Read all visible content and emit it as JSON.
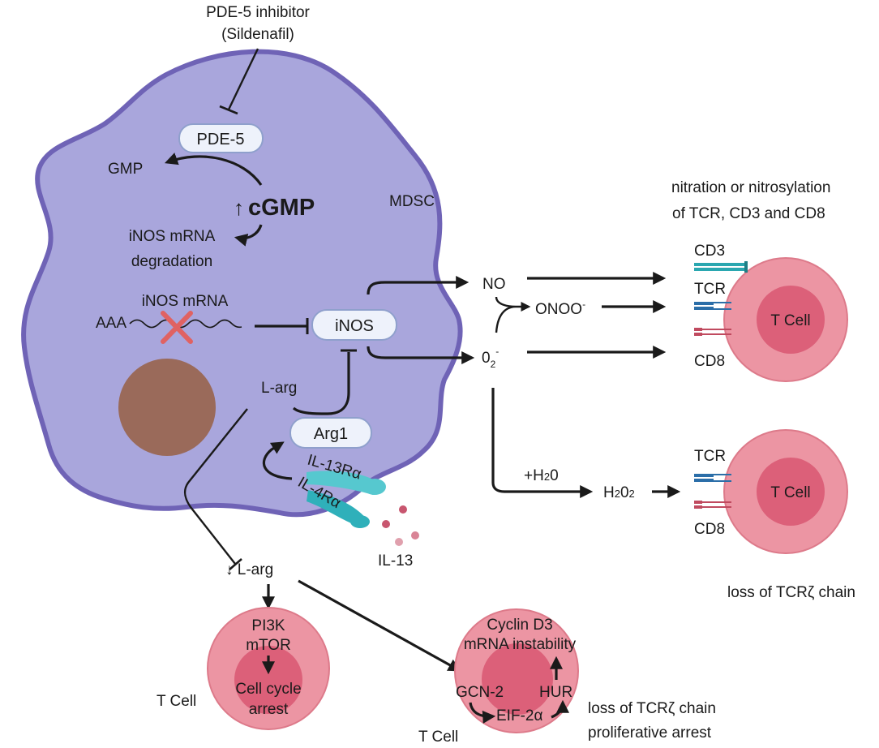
{
  "labels": {
    "inhibitor_line1": "PDE-5 inhibitor",
    "inhibitor_line2": "(Sildenafil)",
    "pde5": "PDE-5",
    "gmp": "GMP",
    "cgmp_arrow": "↑",
    "cgmp": "cGMP",
    "mdsc": "MDSC",
    "degradation_line1": "iNOS mRNA",
    "degradation_line2": "degradation",
    "inos_mrna": "iNOS mRNA",
    "aaa": "AAA",
    "inos": "iNOS",
    "larg": "L-arg",
    "arg1": "Arg1",
    "il13ra": "IL-13Rα",
    "il4ra": "IL-4Rα",
    "il13": "IL-13",
    "no": "NO",
    "onoo": "ONOO",
    "onoo_sup": "-",
    "o2": "0",
    "o2_sub": "2",
    "o2_sup": "-",
    "h2o": "+H",
    "h2o_sub": "2",
    "h2o_end": "0",
    "h2o2_a": "H",
    "h2o2_sub1": "2",
    "h2o2_b": "0",
    "h2o2_sub2": "2",
    "nitration_line1": "nitration or nitrosylation",
    "nitration_line2": "of TCR, CD3 and CD8",
    "cd3": "CD3",
    "tcr_top": "TCR",
    "cd8_top": "CD8",
    "tcell_top": "T Cell",
    "tcr_mid": "TCR",
    "cd8_mid": "CD8",
    "tcell_mid": "T Cell",
    "loss_tcr_mid": "loss of TCRζ chain",
    "down_larg": "↓ L-arg",
    "pi3k": "PI3K",
    "mtor": "mTOR",
    "cell_cycle_line1": "Cell cycle",
    "cell_cycle_line2": "arrest",
    "tcell_bl": "T Cell",
    "cyclin_line1": "Cyclin D3",
    "cyclin_line2": "mRNA instability",
    "gcn2": "GCN-2",
    "hur": "HUR",
    "eif2a": "EIF-2α",
    "tcell_bm": "T Cell",
    "loss_tcr_bottom": "loss of TCRζ chain",
    "prolif_arrest": "proliferative arrest"
  },
  "colors": {
    "mdsc_fill": "#a9a6dc",
    "mdsc_stroke": "#6f63b6",
    "nucleus": "#9a6a5a",
    "tcell_outer": "#ec95a3",
    "tcell_inner": "#dc6079",
    "tcell_stroke": "#dd7a8a",
    "receptor_teal": "#3cb9c1",
    "cross_red": "#e06262",
    "il13_dot": "#c8566f",
    "tcr_blue": "#2b6ea8",
    "cd3_teal": "#2aa7b0",
    "cd8_red": "#c04a5f"
  }
}
